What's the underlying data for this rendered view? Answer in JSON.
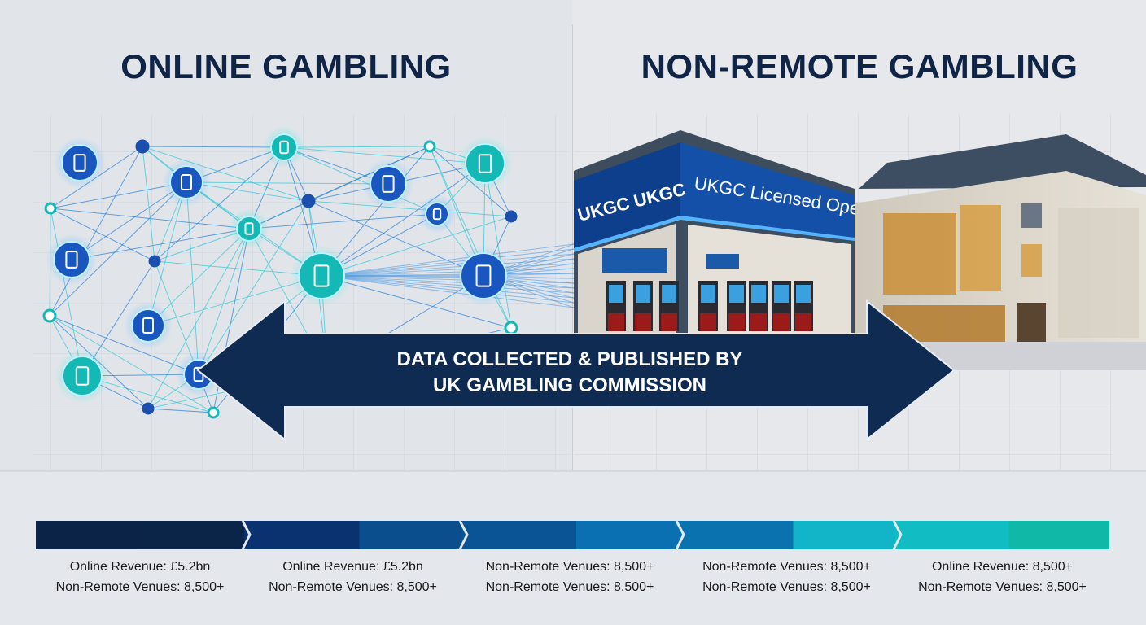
{
  "titles": {
    "left": "ONLINE GAMBLING",
    "right": "NON-REMOTE GAMBLING"
  },
  "storefront": {
    "sign_left": "UKGC UKGC",
    "sign_front": "UKGC Licensed Operator"
  },
  "arrow": {
    "line1": "DATA COLLECTED & PUBLISHED BY",
    "line2": "UK GAMBLING COMMISSION"
  },
  "colors": {
    "navy": "#0f2447",
    "arrow": "#102b52",
    "teal": "#14b8b5",
    "blue": "#1a56c0"
  },
  "network_icons": [
    "phone-icon",
    "laptop-icon",
    "mail-icon",
    "monitor-icon",
    "user-icon",
    "tablet-icon",
    "dice-icon"
  ],
  "timeline": [
    {
      "line1": "Online Revenue: £5.2bn",
      "line2": "Non-Remote Venues: 8,500+",
      "colors": [
        "#0a2346",
        "#0b2549"
      ]
    },
    {
      "line1": "Online Revenue: £5.2bn",
      "line2": "Non-Remote Venues: 8,500+",
      "colors": [
        "#0b3270",
        "#0a4e8e"
      ]
    },
    {
      "line1": "Non-Remote Venues: 8,500+",
      "line2": "Non-Remote Venues: 8,500+",
      "colors": [
        "#0a5495",
        "#0b70b2"
      ]
    },
    {
      "line1": "Non-Remote Venues: 8,500+",
      "line2": "Non-Remote Venues: 8,500+",
      "colors": [
        "#0b72b0",
        "#12b5c7"
      ]
    },
    {
      "line1": "Online Revenue: 8,500+",
      "line2": "Non-Remote Venues: 8,500+",
      "colors": [
        "#11bcc3",
        "#10b8a8"
      ]
    }
  ]
}
